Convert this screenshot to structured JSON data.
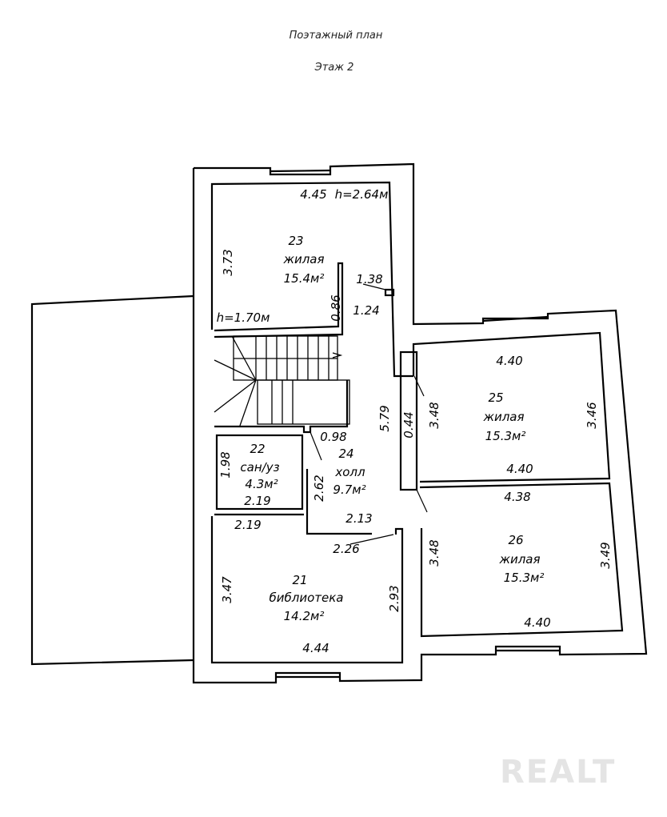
{
  "title": "Поэтажный план",
  "floor": "Этаж 2",
  "watermark": "REALT",
  "rooms": {
    "r23": {
      "num": "23",
      "type": "жилая",
      "area": "15.4м²",
      "dims": [
        "4.45",
        "h=2.64м",
        "3.73",
        "1.38",
        "0.86",
        "1.24",
        "h=1.70м"
      ]
    },
    "r25": {
      "num": "25",
      "type": "жилая",
      "area": "15.3м²",
      "dims": [
        "4.40",
        "3.46",
        "3.48",
        "4.40"
      ]
    },
    "r26": {
      "num": "26",
      "type": "жилая",
      "area": "15.3м²",
      "dims": [
        "4.38",
        "3.49",
        "3.48",
        "4.40"
      ]
    },
    "r22": {
      "num": "22",
      "type": "сан/уз",
      "area": "4.3м²",
      "dims": [
        "1.98",
        "2.19"
      ]
    },
    "r24": {
      "num": "24",
      "type": "холл",
      "area": "9.7м²",
      "dims": [
        "0.98",
        "5.79",
        "0.44",
        "2.62",
        "2.13",
        "2.26"
      ]
    },
    "r21": {
      "num": "21",
      "type": "библиотека",
      "area": "14.2м²",
      "dims": [
        "2.19",
        "3.47",
        "2.93",
        "4.44"
      ]
    }
  }
}
